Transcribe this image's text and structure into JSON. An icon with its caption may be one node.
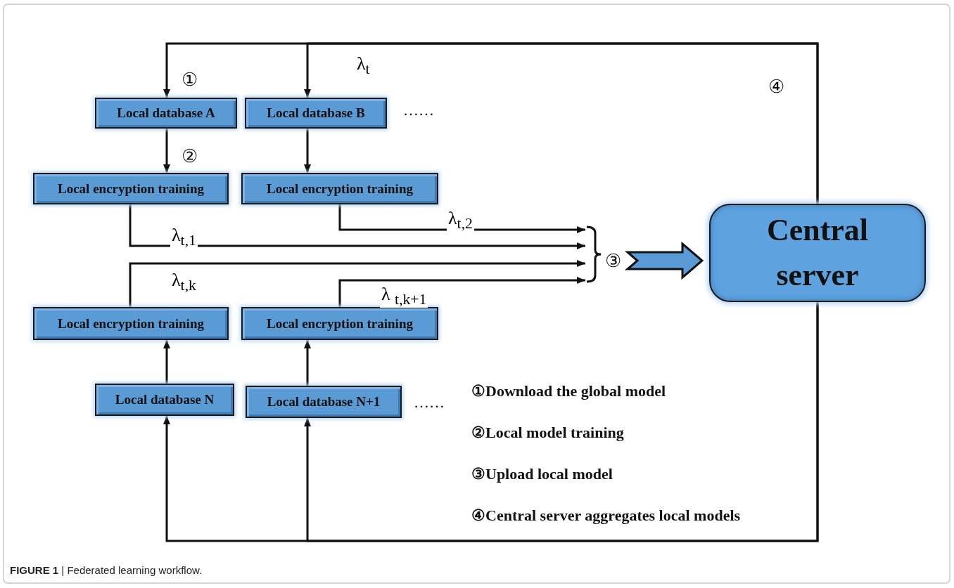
{
  "diagram": {
    "caption": "**FIGURE 1** | Federated learning workflow.",
    "nodes": [
      {
        "text": [
          "Local database A"
        ]
      },
      {
        "text": [
          "Local database B"
        ]
      },
      {
        "text": [
          "Local encryption training"
        ]
      },
      {
        "text": [
          "Local encryption training"
        ]
      },
      {
        "text": [
          "Local encryption training"
        ]
      },
      {
        "text": [
          "Local encryption training"
        ]
      },
      {
        "text": [
          "Local database N"
        ]
      },
      {
        "text": [
          "Local database N+1"
        ]
      },
      {
        "text": [
          "Central server"
        ]
      },
      {
        "text": [],
        "shape": "brace"
      }
    ],
    "edges": [
      {
        "from": 8,
        "to": 0,
        "arrow": "to"
      },
      {
        "from": 8,
        "to": 1,
        "arrow": "to",
        "label": "λ$_{t}$"
      },
      {
        "from": 0,
        "to": 2,
        "arrow": "to"
      },
      {
        "from": 1,
        "to": 3,
        "arrow": "to"
      },
      {
        "from": 2,
        "to": 9,
        "arrow": "to",
        "label": "λ$_{t,1}$"
      },
      {
        "from": 3,
        "to": 9,
        "arrow": "to",
        "label": "λ$_{t,2}$"
      },
      {
        "from": 4,
        "to": 9,
        "arrow": "to",
        "label": "λ$_{t,k}$"
      },
      {
        "from": 5,
        "to": 9,
        "arrow": "to",
        "label": "λ $_{t,k+1}$"
      },
      {
        "from": 9,
        "to": 8,
        "arrow": "to",
        "style": "thick",
        "color": "#5b9bd5"
      },
      {
        "from": 6,
        "to": 4,
        "arrow": "to"
      },
      {
        "from": 7,
        "to": 5,
        "arrow": "to"
      },
      {
        "from": 8,
        "to": 6,
        "arrow": "to"
      },
      {
        "from": 8,
        "to": 7,
        "arrow": "to"
      }
    ],
    "labels": [
      "①",
      "④",
      "……",
      "②",
      "③",
      "……",
      "①Download the global model",
      "②Local model training",
      "③Upload local model",
      "④Central server aggregates local models"
    ]
  }
}
